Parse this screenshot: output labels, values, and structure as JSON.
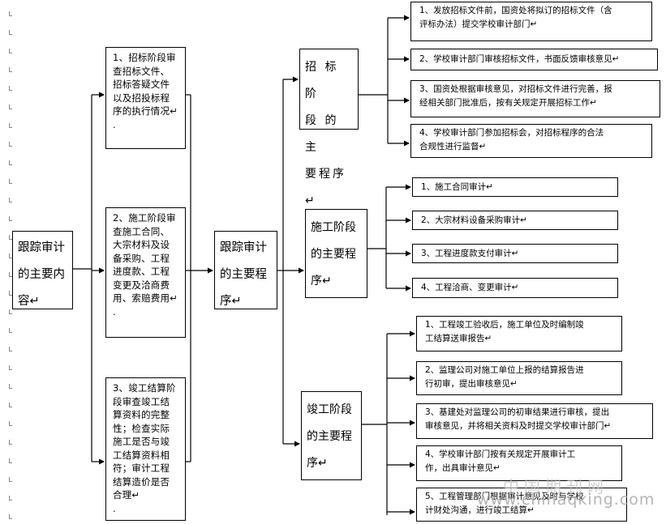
{
  "root": {
    "label": "跟踪审计\n的主要内\n容↵"
  },
  "contents": [
    {
      "label": "1、招标阶段审\n查招标文件、\n招标答疑文件\n以及招投标程\n序的执行情况↵\n."
    },
    {
      "label": "2、施工阶段审\n查施工合同、\n大宗材料及设\n备采购、工程\n进度款、工程\n变更及洽商费\n用、索赔费用↵\n."
    },
    {
      "label": "3、竣工结算阶\n段审查竣工结\n算资料的完整\n性；检查实际\n施工是否与竣\n工结算资料相\n符；审计工程\n结算造价是否\n合理↵\n."
    }
  ],
  "procedure": {
    "label": "跟踪审计\n的主要程\n序↵"
  },
  "stages": [
    {
      "label": "招 标 阶\n段 的 主\n要程序↵",
      "steps": [
        "1、发放招标文件前，国资处将拟订的招标文件（含\n评标办法）提交学校审计部门↵",
        "2、学校审计部门审核招标文件，书面反馈审核意见↵",
        "3、国资处根据审核意见，对招标文件进行完善，报\n经相关部门批准后，按有关规定开展招标工作↵",
        "4、学校审计部门参加招标会，对招标程序的合法\n合规性进行监督↵"
      ]
    },
    {
      "label": "施工阶段\n的主要程\n序↵",
      "steps": [
        "1、施工合同审计↵",
        "2、大宗材料设备采购审计↵",
        "3、工程进度款支付审计↵",
        "4、工程洽商、变更审计↵"
      ]
    },
    {
      "label": "竣工阶段\n的主要程\n序↵",
      "steps": [
        "1、工程竣工验收后，施工单位及时编制竣\n工结算送审报告↵",
        "2、监理公司对施工单位上报的结算报告进\n行初审，提出审核意见↵",
        "3、基建处对监理公司的初审结果进行审核，提出\n审核意见，并将相关资料及时提交学校审计部门↵",
        "4、学校审计部门按有关规定开展审计工\n作，出具审计意见↵",
        "5、工程管理部门根据审计意见及时与学校\n计财处沟通，进行竣工结算↵"
      ]
    }
  ],
  "watermark": {
    "cn": "中国期刊网",
    "url": "www.chinaqking.com"
  }
}
